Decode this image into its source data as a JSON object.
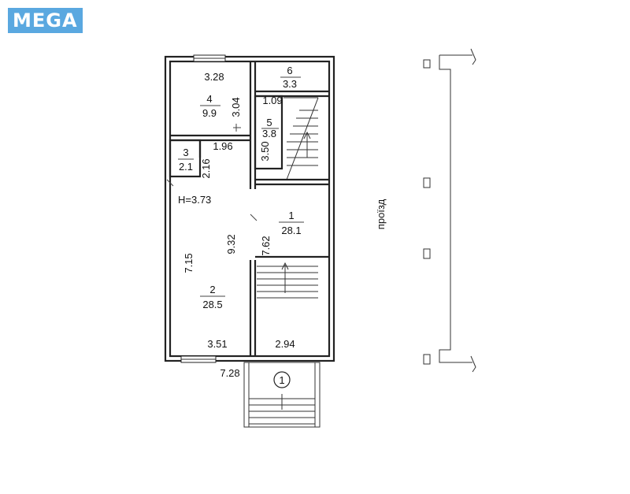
{
  "logo": {
    "text": "MEGA",
    "color": "#5aa8e0"
  },
  "plan": {
    "room_labels": [
      {
        "id": "r4",
        "number": "4",
        "area": "9.9"
      },
      {
        "id": "r6",
        "number": "6",
        "area": "3.3"
      },
      {
        "id": "r5",
        "number": "5",
        "area": "3.8"
      },
      {
        "id": "r3",
        "number": "3",
        "area": "2.1"
      },
      {
        "id": "r1",
        "number": "1",
        "area": "28.1"
      },
      {
        "id": "r2",
        "number": "2",
        "area": "28.5"
      }
    ],
    "dimensions": {
      "top_width": "3.28",
      "r4_height": "3.04",
      "r6_small": "1.09",
      "corridor_width": "1.96",
      "r5_height": "3.50",
      "r3_height": "2.16",
      "ceiling_height": "H=3.73",
      "left_total": "9.32",
      "right_hall": "7.62",
      "left_room2": "7.15",
      "bottom_left": "3.51",
      "bottom_right": "2.94",
      "total_width": "7.28"
    },
    "entrance_marker": "1",
    "road_label": "проїзд"
  }
}
